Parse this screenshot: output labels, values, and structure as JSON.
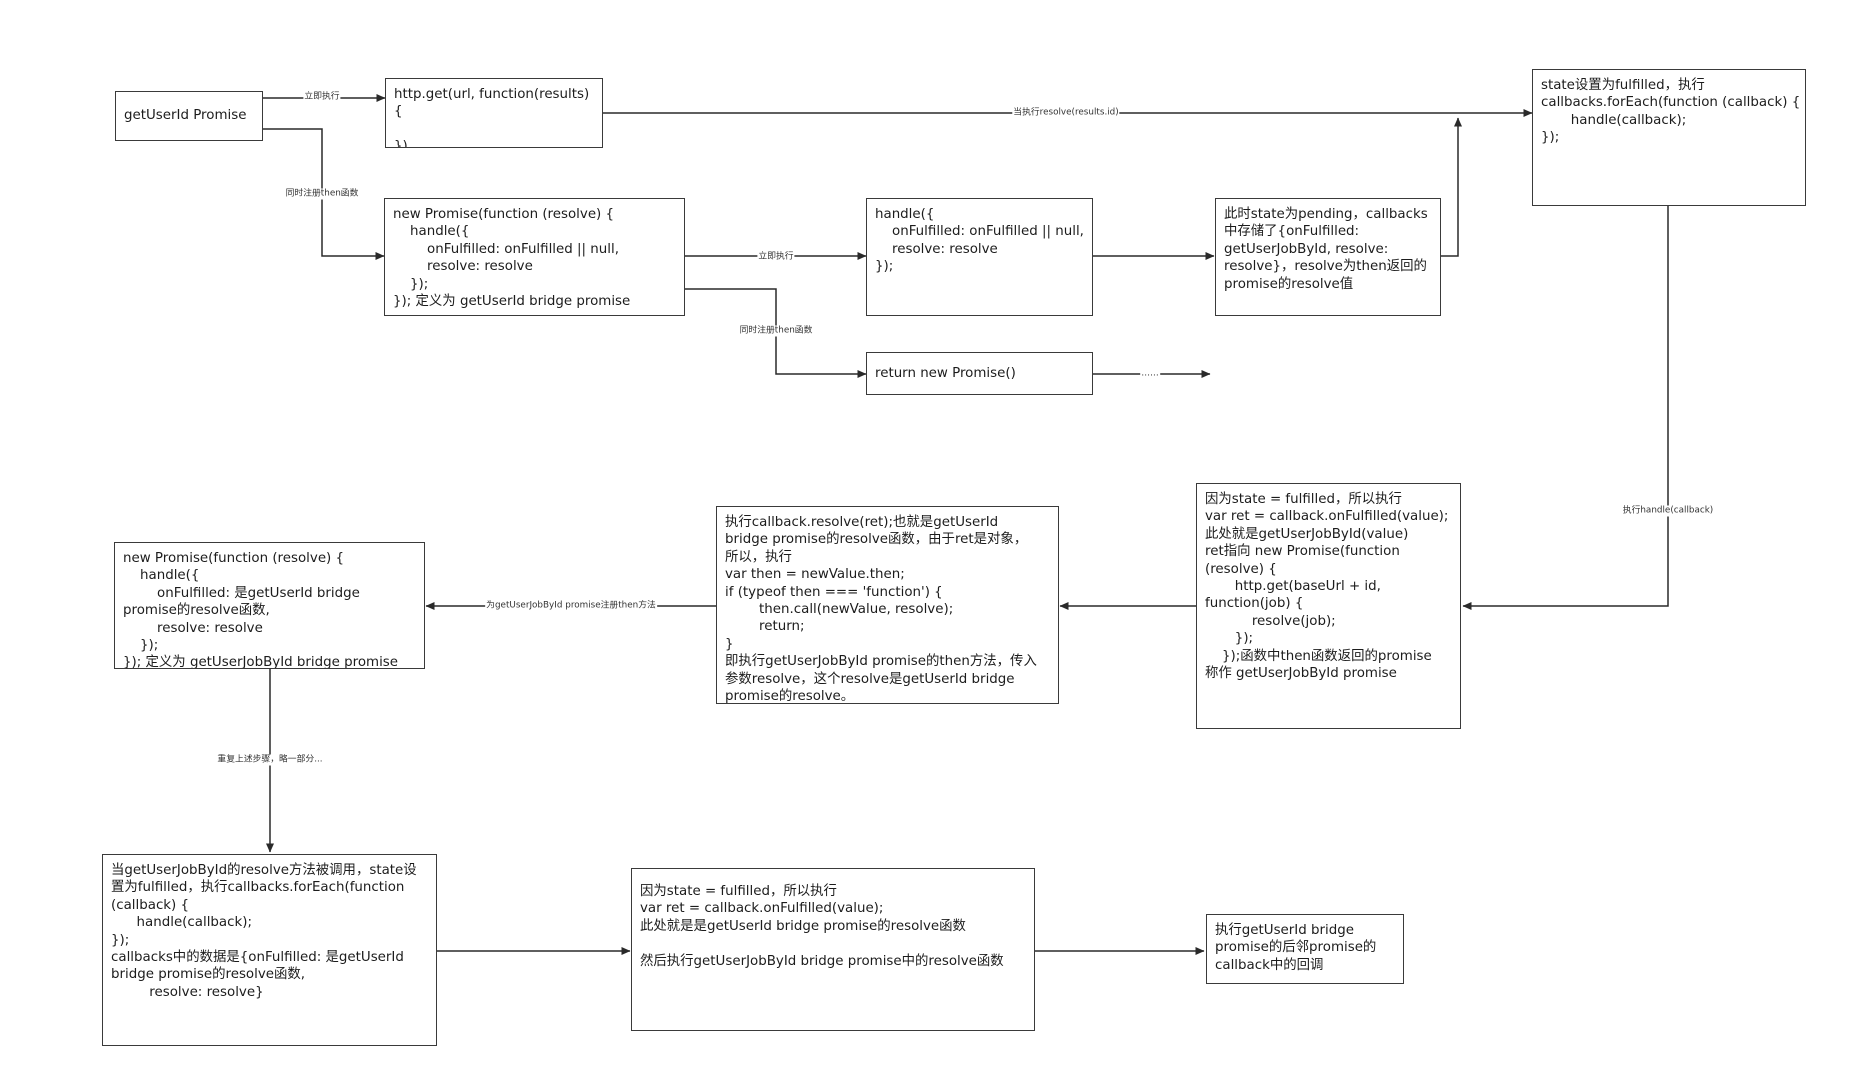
{
  "nodes": {
    "get_user_id_promise": "getUserId Promise",
    "http_get": "http.get(url, function(results)\n{\n\n})",
    "state_fulfilled_box": "state设置为fulfilled，执行\ncallbacks.forEach(function (callback) {\n       handle(callback);\n});",
    "new_promise_bridge": "new Promise(function (resolve) {\n    handle({\n        onFulfilled: onFulfilled || null,\n        resolve: resolve\n    });\n}); 定义为 getUserId bridge promise",
    "handle_box": "handle({\n    onFulfilled: onFulfilled || null,\n    resolve: resolve\n});",
    "pending_state_box": "此时state为pending，callbacks\n中存储了{onFulfilled:\ngetUserJobById, resolve:\nresolve}，resolve为then返回的\npromise的resolve值",
    "return_new_promise": "return new Promise()",
    "state_fulfilled_exec": "因为state = fulfilled，所以执行\nvar ret = callback.onFulfilled(value);\n此处就是getUserJobById(value)\nret指向 new Promise(function\n(resolve) {\n       http.get(baseUrl + id,\nfunction(job) {\n           resolve(job);\n       });\n    });函数中then函数返回的promise\n称作 getUserJobById promise",
    "callback_resolve": "执行callback.resolve(ret);也就是getUserId\nbridge promise的resolve函数，由于ret是对象，\n所以，执行\nvar then = newValue.then;\nif (typeof then === 'function') {\n        then.call(newValue, resolve);\n        return;\n}\n即执行getUserJobById promise的then方法，传入\n参数resolve，这个resolve是getUserId bridge\npromise的resolve。",
    "new_promise_job_bridge": "new Promise(function (resolve) {\n    handle({\n        onFulfilled: 是getUserId bridge\npromise的resolve函数,\n        resolve: resolve\n    });\n}); 定义为 getUserJobById bridge promise",
    "resolve_called": "当getUserJobById的resolve方法被调用，state设\n置为fulfilled，执行callbacks.forEach(function\n(callback) {\n      handle(callback);\n});\ncallbacks中的数据是{onFulfilled: 是getUserId\nbridge promise的resolve函数,\n         resolve: resolve}",
    "state_fulfilled_final": "因为state = fulfilled，所以执行\nvar ret = callback.onFulfilled(value);\n此处就是是getUserId bridge promise的resolve函数\n\n然后执行getUserJobById bridge promise中的resolve函数",
    "final_callback": "执行getUserId bridge\npromise的后邻promise的\ncallback中的回调"
  },
  "edge_labels": {
    "immediate_exec_1": "立即执行",
    "resolve_results_id": "当执行resolve(results.id)",
    "register_then_1": "同时注册then函数",
    "immediate_exec_2": "立即执行",
    "register_then_2": "同时注册then函数",
    "ellipsis": "……",
    "exec_handle_callback": "执行handle(callback)",
    "register_then_job": "为getUserJobById promise注册then方法",
    "repeat_steps": "重复上述步骤，略一部分..."
  }
}
